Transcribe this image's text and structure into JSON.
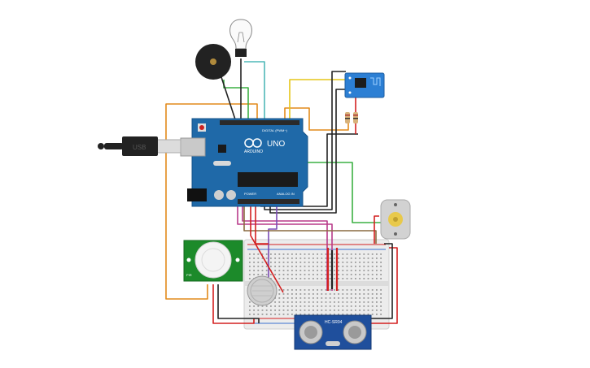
{
  "arduino": {
    "brand": "ARDUINO",
    "model": "UNO",
    "digital_header": "DIGITAL (PWM~)",
    "power_header": "POWER",
    "analog_header": "ANALOG IN",
    "usb_label": "USB"
  },
  "pir_sensor": {
    "label": "PIR"
  },
  "ultrasonic": {
    "label": "HC-SR04"
  },
  "colors": {
    "board": "#1f69a8",
    "breadboard": "#ececec",
    "wire_orange": "#e28a1b",
    "wire_green": "#3cb043",
    "wire_teal": "#4fb8b8",
    "wire_yellow": "#e6c619",
    "wire_red": "#d32020",
    "wire_black": "#222222",
    "wire_purple": "#7b4bb5",
    "wire_magenta": "#b83a8a",
    "wire_brown": "#8a6a40",
    "pir_board": "#1c8a2a",
    "wifi_module": "#2c7fd4",
    "sonar_board": "#1f4f9c"
  }
}
